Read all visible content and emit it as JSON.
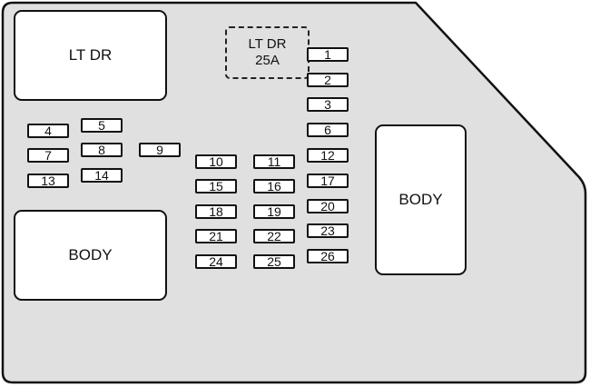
{
  "relays": [
    {
      "id": "lt-dr-relay",
      "label": "LT DR"
    },
    {
      "id": "body-relay-left",
      "label": "BODY"
    },
    {
      "id": "body-relay-right",
      "label": "BODY"
    }
  ],
  "optional_fuse": {
    "line1": "LT DR",
    "line2": "25A"
  },
  "fuses": [
    "1",
    "2",
    "3",
    "4",
    "5",
    "6",
    "7",
    "8",
    "9",
    "10",
    "11",
    "12",
    "13",
    "14",
    "15",
    "16",
    "17",
    "18",
    "19",
    "20",
    "21",
    "22",
    "23",
    "24",
    "25",
    "26"
  ],
  "colors": {
    "panel": "#e0e0e0",
    "outline": "#111111",
    "component": "#ffffff"
  }
}
